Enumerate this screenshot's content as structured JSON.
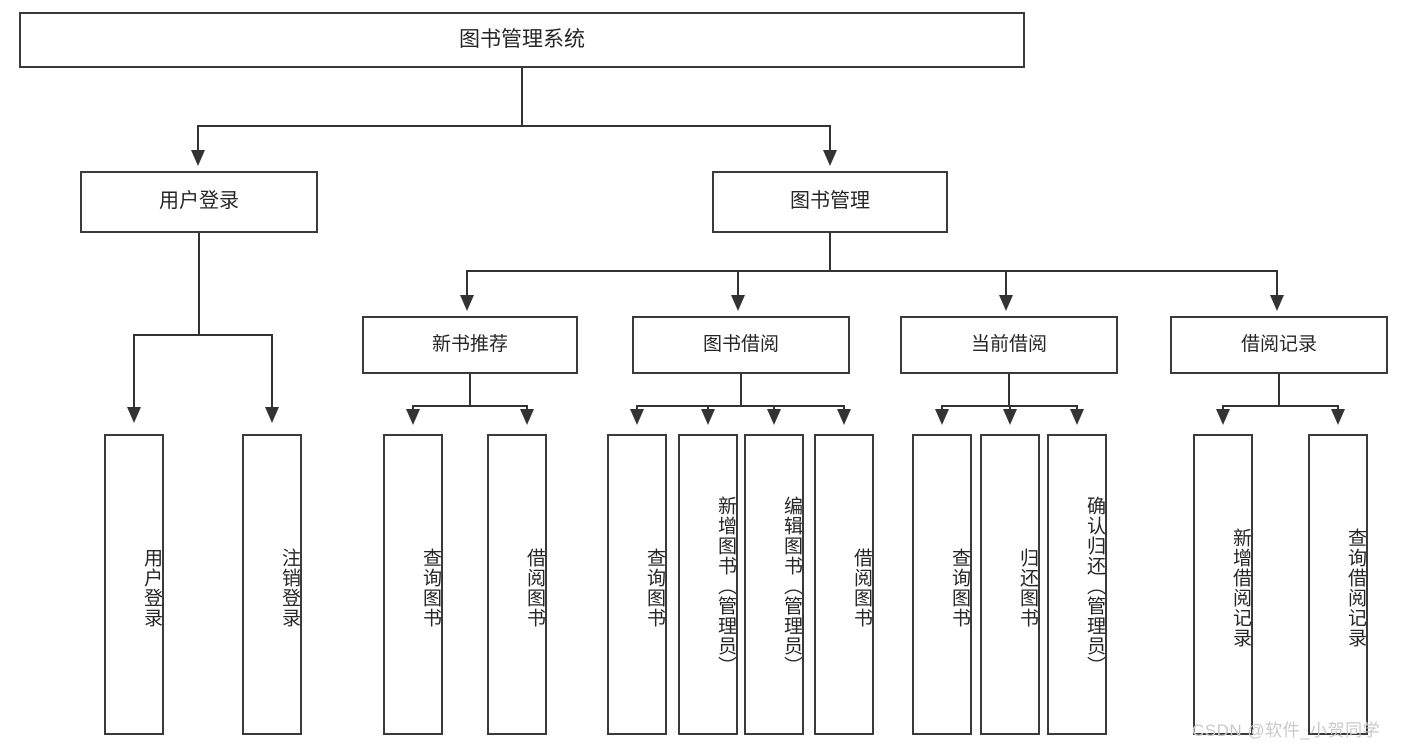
{
  "diagram": {
    "title": "图书管理系统",
    "root": {
      "label": "图书管理系统"
    },
    "level1": [
      {
        "label": "用户登录"
      },
      {
        "label": "图书管理"
      }
    ],
    "level2": [
      {
        "label": "新书推荐"
      },
      {
        "label": "图书借阅"
      },
      {
        "label": "当前借阅"
      },
      {
        "label": "借阅记录"
      }
    ],
    "leaves": {
      "user_login": [
        {
          "label": "用户登录"
        },
        {
          "label": "注销登录"
        }
      ],
      "new_book_recommend": [
        {
          "label": "查询图书"
        },
        {
          "label": "借阅图书"
        }
      ],
      "book_borrow": [
        {
          "label": "查询图书"
        },
        {
          "label": "新增图书（管理员）"
        },
        {
          "label": "编辑图书（管理员）"
        },
        {
          "label": "借阅图书"
        }
      ],
      "current_borrow": [
        {
          "label": "查询图书"
        },
        {
          "label": "归还图书"
        },
        {
          "label": "确认归还（管理员）"
        }
      ],
      "borrow_record": [
        {
          "label": "新增借阅记录"
        },
        {
          "label": "查询借阅记录"
        }
      ]
    }
  },
  "watermark": {
    "text": "CSDN @软件_小贺同学"
  },
  "colors": {
    "border": "#3a3a3a",
    "line": "#333333",
    "text": "#262626",
    "watermark": "#c9c9c9",
    "background": "#ffffff"
  }
}
